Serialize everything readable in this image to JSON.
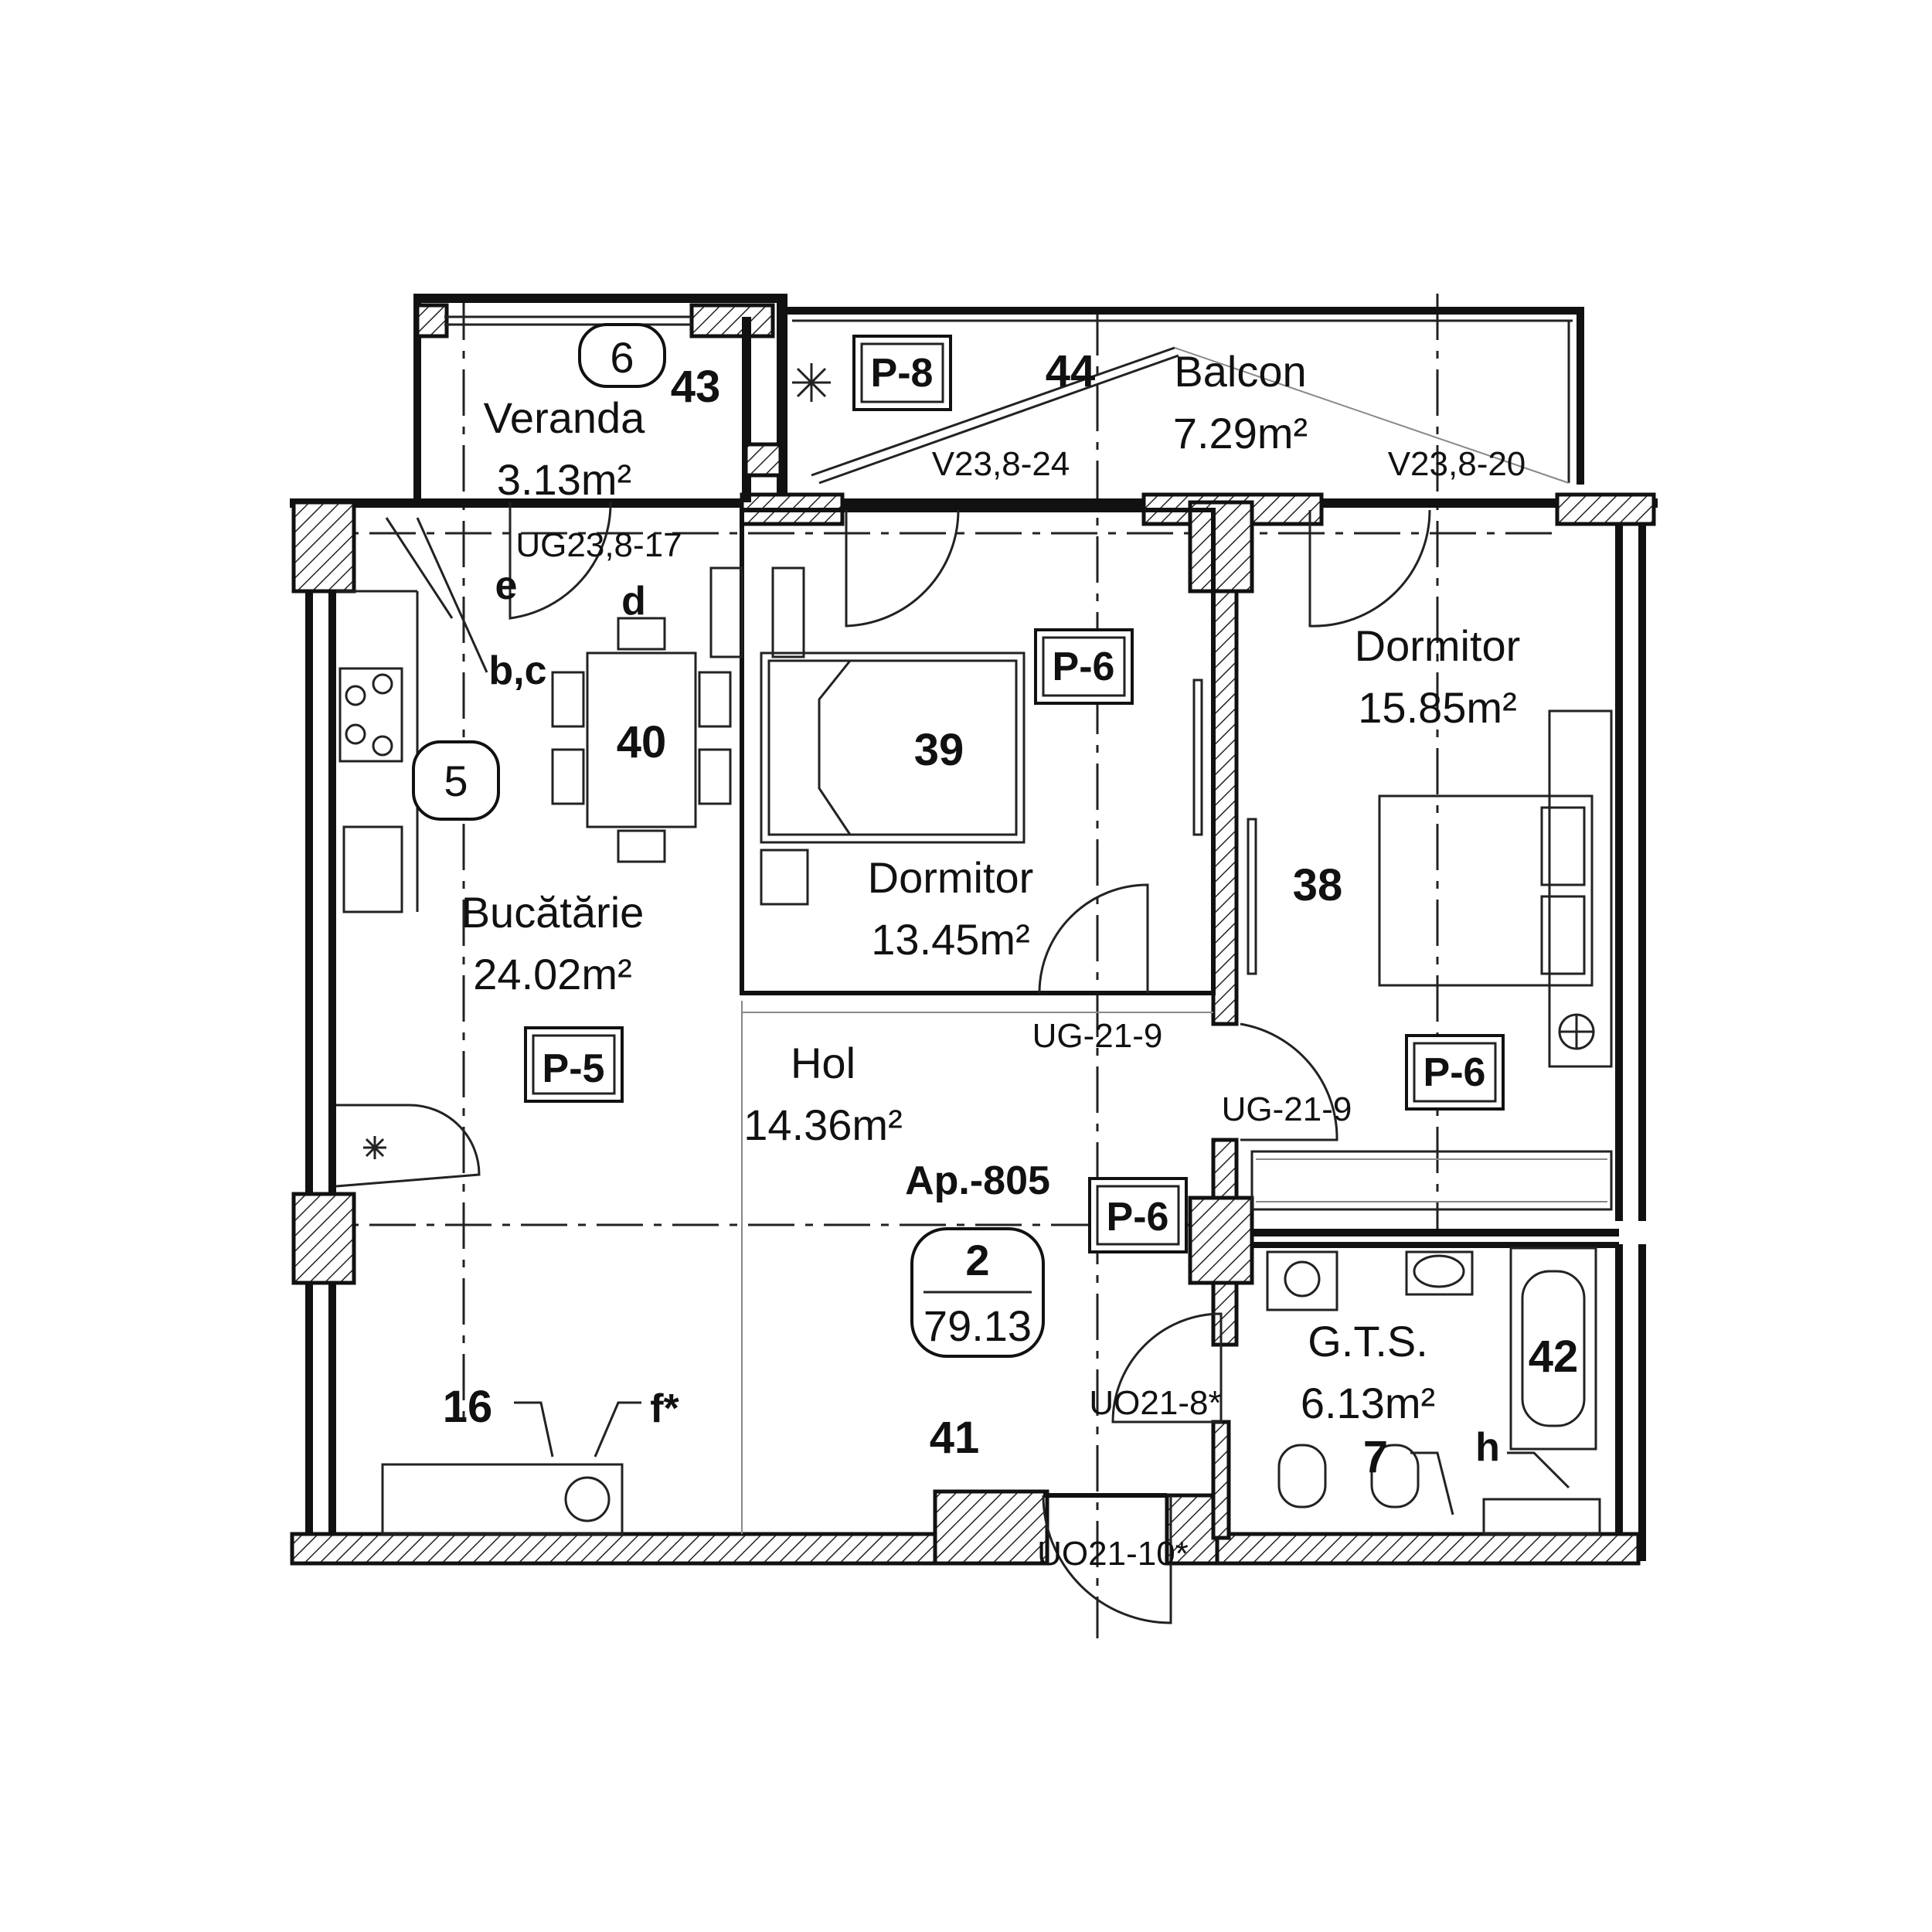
{
  "rooms": {
    "veranda": {
      "name": "Veranda",
      "area": "3.13m²"
    },
    "balcon": {
      "name": "Balcon",
      "area": "7.29m²"
    },
    "bucatarie": {
      "name": "Bucătărie",
      "area": "24.02m²"
    },
    "dormitor1": {
      "name": "Dormitor",
      "area": "13.45m²"
    },
    "dormitor2": {
      "name": "Dormitor",
      "area": "15.85m²"
    },
    "hol": {
      "name": "Hol",
      "area": "14.36m²"
    },
    "gts": {
      "name": "G.T.S.",
      "area": "6.13m²"
    }
  },
  "apartment": {
    "label": "Ap.-805",
    "rooms_count": "2",
    "total_area": "79.13"
  },
  "tags": {
    "p8": "P-8",
    "p6_bed1": "P-6",
    "p6_bed2": "P-6",
    "p5": "P-5",
    "p6_hol": "P-6"
  },
  "numbers": {
    "n43": "43",
    "n44": "44",
    "n40": "40",
    "n39": "39",
    "n38": "38",
    "n41": "41",
    "n42": "42",
    "n16": "16",
    "n7": "7"
  },
  "circles": {
    "c6": "6",
    "c5": "5"
  },
  "letters": {
    "e": "e",
    "d": "d",
    "bc": "b,c",
    "f": "f*",
    "h": "h"
  },
  "codes": {
    "v24": "V23,8-24",
    "v20": "V23,8-20",
    "ug17": "UG23,8-17",
    "ug9a": "UG-21-9",
    "ug9b": "UG-21-9",
    "uo8": "UO21-8*",
    "uo10": "UO21-10*"
  },
  "icons": {
    "ac": "snowflake-icon",
    "plant": "plant-icon",
    "hob": "stove-icon",
    "fan": "fan-icon"
  }
}
